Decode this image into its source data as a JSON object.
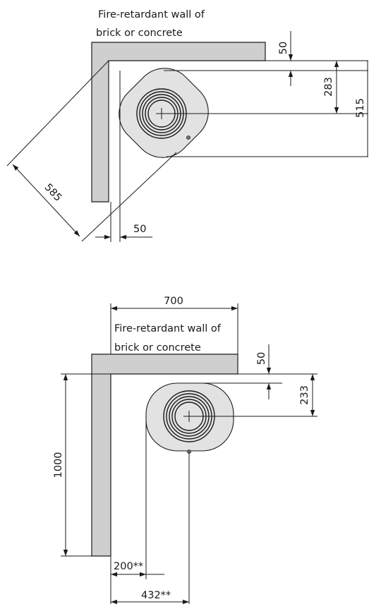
{
  "top_view": {
    "wall_label_line1": "Fire-retardant wall of",
    "wall_label_line2": "brick or concrete",
    "dim_wall_gap": "50",
    "dim_center": "283",
    "dim_depth": "515",
    "dim_diagonal": "585",
    "dim_side_gap": "50"
  },
  "bottom_view": {
    "dim_wall_width": "700",
    "wall_label_line1": "Fire-retardant wall of",
    "wall_label_line2": "brick or concrete",
    "dim_wall_gap": "50",
    "dim_center": "233",
    "dim_wall_height": "1000",
    "dim_side_gap": "200**",
    "dim_center_side": "432**"
  }
}
